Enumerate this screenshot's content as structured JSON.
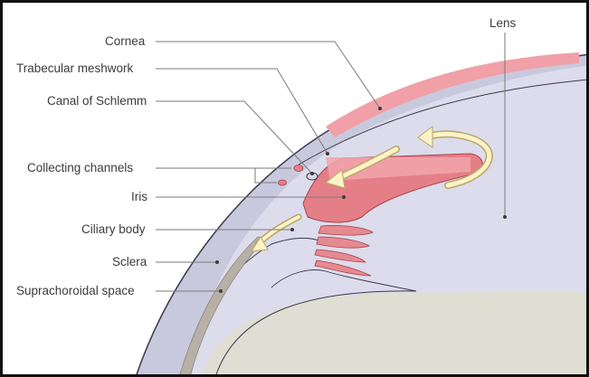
{
  "colors": {
    "background": "#ffffff",
    "frame": "#111111",
    "anterior_chamber": "#dcdcec",
    "sclera_band": "#c9c9de",
    "lens_body": "#e0ddd3",
    "iris": "#e57f87",
    "iris_highlight": "#f2a4ac",
    "ciliary_processes": "#e58a90",
    "cornea_surface": "#f0a0a6",
    "flow_arrow": "#fdf3c6",
    "flow_arrow_outline": "#b8a66a",
    "suprachoroidal": "#b6b0a6",
    "leader_line": "#7a7a7a",
    "label_text": "#3b3b3b"
  },
  "labels": {
    "lens": "Lens",
    "cornea": "Cornea",
    "trabecular_meshwork": "Trabecular meshwork",
    "canal_of_schlemm": "Canal of Schlemm",
    "collecting_channels": "Collecting channels",
    "iris": "Iris",
    "ciliary_body": "Ciliary body",
    "sclera": "Sclera",
    "suprachoroidal_space": "Suprachoroidal space"
  }
}
